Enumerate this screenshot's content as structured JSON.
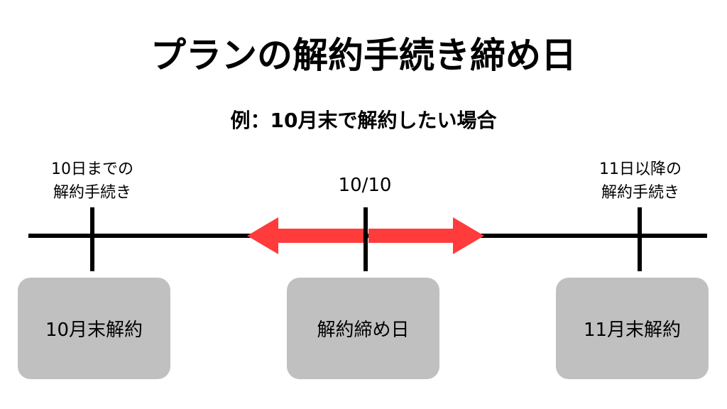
{
  "title": "プランの解約手続き締め日",
  "subtitle": "例：10月末で解約したい場合",
  "labels": {
    "left_line1": "10日までの",
    "left_line2": "解約手続き",
    "center": "10/10",
    "right_line1": "11日以降の",
    "right_line2": "解約手続き"
  },
  "boxes": {
    "left": "10月末解約",
    "center": "解約締め日",
    "right": "11月末解約"
  },
  "colors": {
    "arrow": "#ff3b3b",
    "box": "#c0c0c0"
  }
}
